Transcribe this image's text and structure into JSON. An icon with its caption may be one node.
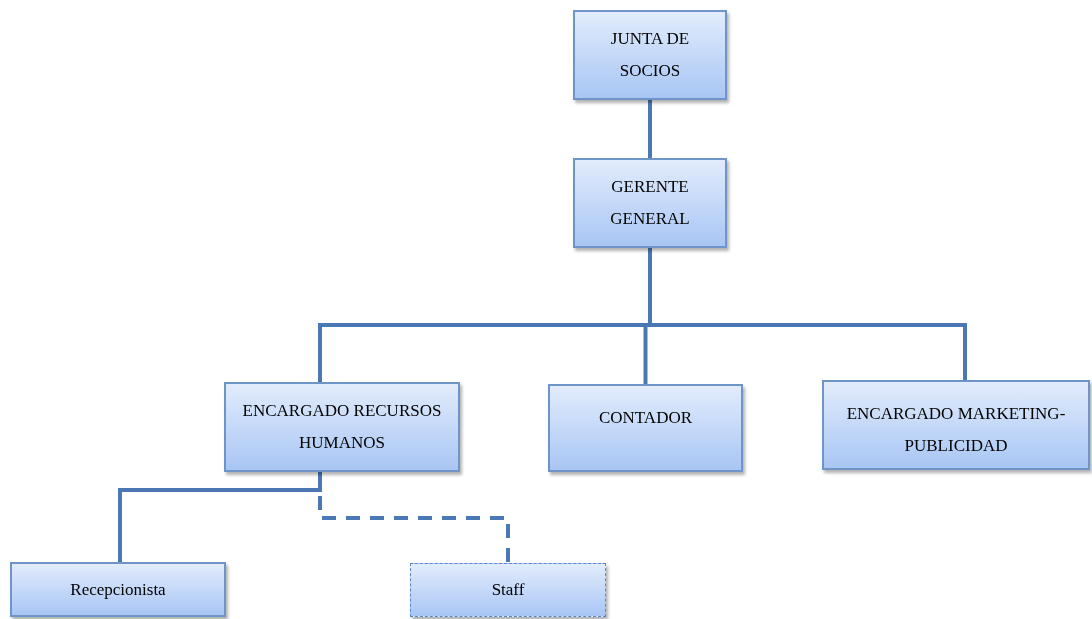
{
  "diagram": {
    "nodes": [
      {
        "text": [
          "JUNTA DE SOCIOS"
        ]
      },
      {
        "text": [
          "GERENTE GENERAL"
        ]
      },
      {
        "text": [
          "ENCARGADO RECURSOS HUMANOS"
        ]
      },
      {
        "text": [
          "CONTADOR"
        ]
      },
      {
        "text": [
          "ENCARGADO MARKETING-PUBLICIDAD"
        ]
      },
      {
        "text": [
          "Recepcionista"
        ]
      },
      {
        "text": [
          "Staff"
        ]
      }
    ],
    "edges": [
      {
        "from": 0,
        "to": 1,
        "arrow": "none"
      },
      {
        "from": 1,
        "to": 2,
        "arrow": "none"
      },
      {
        "from": 1,
        "to": 3,
        "arrow": "none"
      },
      {
        "from": 1,
        "to": 4,
        "arrow": "none"
      },
      {
        "from": 2,
        "to": 5,
        "arrow": "none"
      },
      {
        "from": 2,
        "to": 6,
        "arrow": "none",
        "style": "dashed"
      }
    ]
  }
}
